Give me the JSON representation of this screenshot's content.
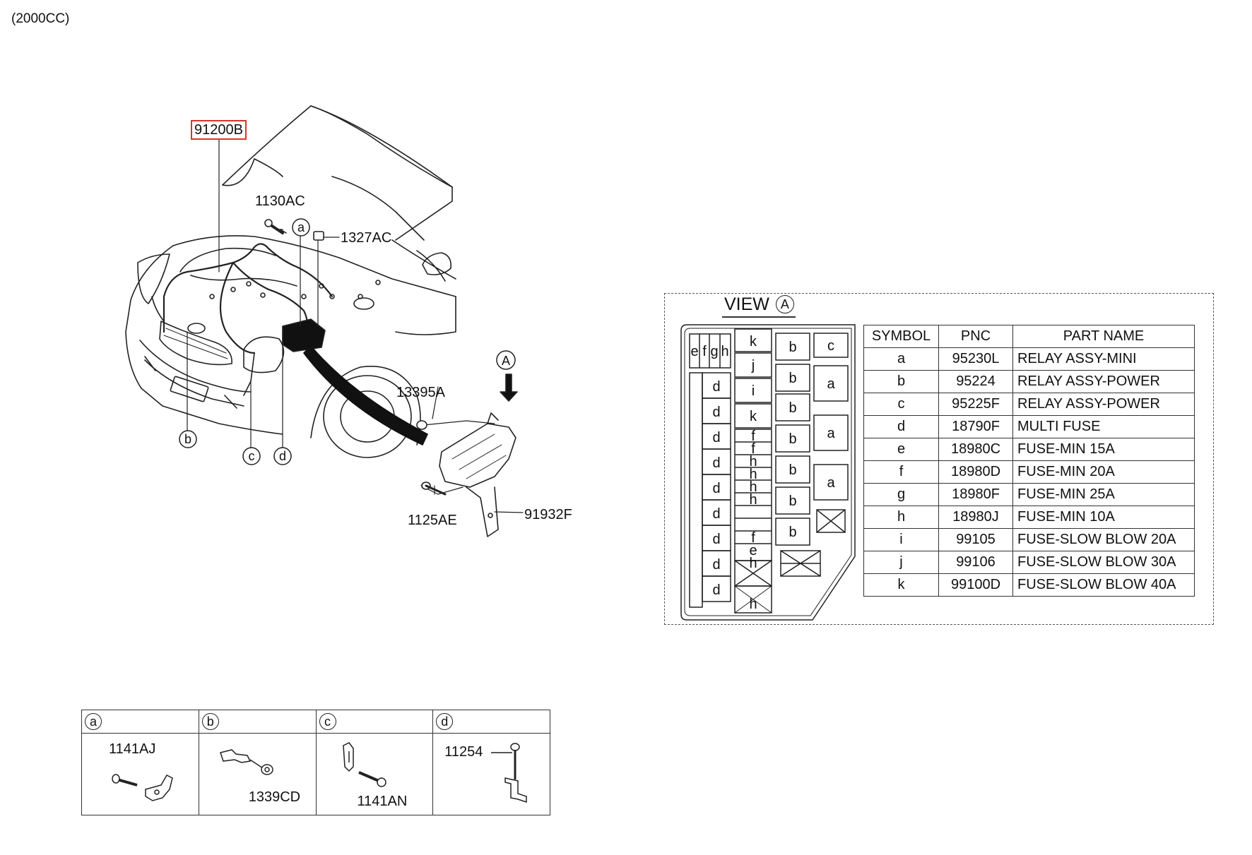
{
  "engine": "(2000CC)",
  "highlighted_part": "91200B",
  "callouts": {
    "bolt_1130": "1130AC",
    "nut_1327": "1327AC",
    "grommet_13395": "13395A",
    "bolt_1125": "1125AE",
    "bracket_91932": "91932F"
  },
  "markers": {
    "a": "a",
    "b": "b",
    "c": "c",
    "d": "d",
    "view": "A"
  },
  "view": {
    "title": "VIEW",
    "marker": "A"
  },
  "fuse_box": {
    "top_small": [
      "e",
      "f",
      "g",
      "h"
    ],
    "col1": [
      "d",
      "d",
      "d",
      "d",
      "d",
      "d",
      "d",
      "d",
      "d"
    ],
    "col2": [
      "k",
      "j",
      "i",
      "k",
      "f",
      "f",
      "h",
      "h",
      "h",
      "h",
      "f",
      "e",
      "h",
      "h"
    ],
    "col3": [
      "b",
      "b",
      "b",
      "b",
      "b",
      "b",
      "b"
    ],
    "col4": [
      "c",
      "a",
      "a",
      "a"
    ]
  },
  "parts_table": {
    "headers": [
      "SYMBOL",
      "PNC",
      "PART NAME"
    ],
    "rows": [
      {
        "symbol": "a",
        "pnc": "95230L",
        "name": "RELAY ASSY-MINI"
      },
      {
        "symbol": "b",
        "pnc": "95224",
        "name": "RELAY ASSY-POWER"
      },
      {
        "symbol": "c",
        "pnc": "95225F",
        "name": "RELAY ASSY-POWER"
      },
      {
        "symbol": "d",
        "pnc": "18790F",
        "name": "MULTI FUSE"
      },
      {
        "symbol": "e",
        "pnc": "18980C",
        "name": "FUSE-MIN 15A"
      },
      {
        "symbol": "f",
        "pnc": "18980D",
        "name": "FUSE-MIN 20A"
      },
      {
        "symbol": "g",
        "pnc": "18980F",
        "name": "FUSE-MIN 25A"
      },
      {
        "symbol": "h",
        "pnc": "18980J",
        "name": "FUSE-MIN 10A"
      },
      {
        "symbol": "i",
        "pnc": "99105",
        "name": "FUSE-SLOW BLOW 20A"
      },
      {
        "symbol": "j",
        "pnc": "99106",
        "name": "FUSE-SLOW BLOW 30A"
      },
      {
        "symbol": "k",
        "pnc": "99100D",
        "name": "FUSE-SLOW BLOW 40A"
      }
    ]
  },
  "details": [
    {
      "marker": "a",
      "part": "1141AJ"
    },
    {
      "marker": "b",
      "part": "1339CD"
    },
    {
      "marker": "c",
      "part": "1141AN"
    },
    {
      "marker": "d",
      "part": "11254"
    }
  ]
}
